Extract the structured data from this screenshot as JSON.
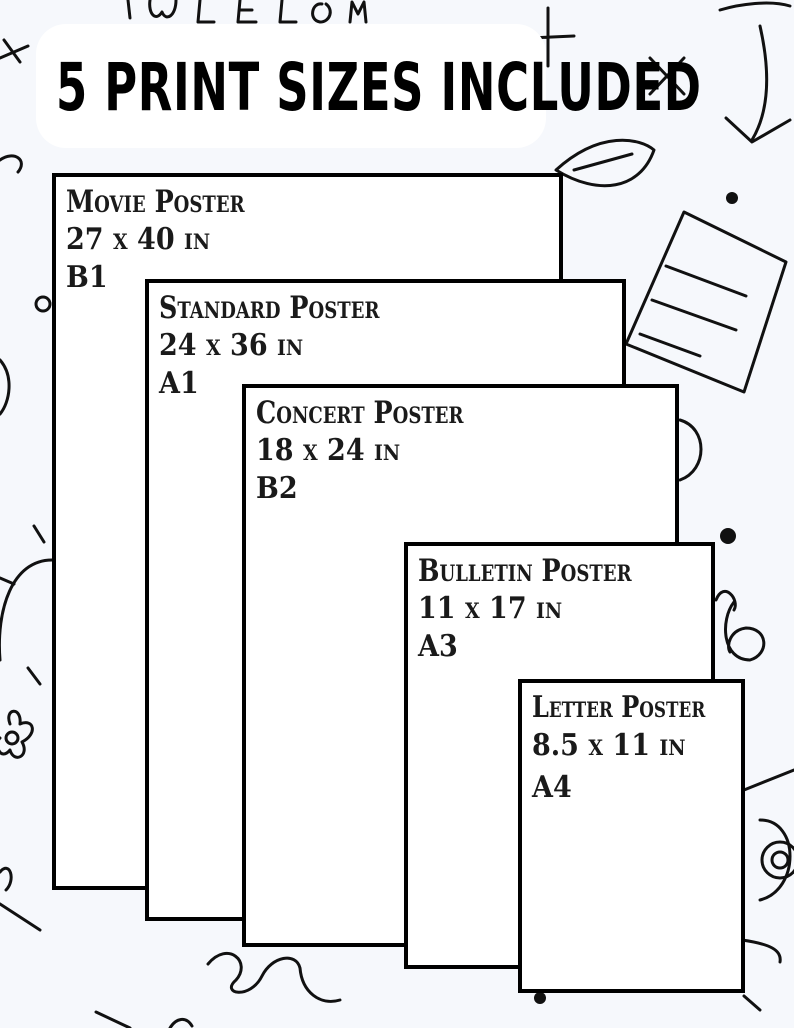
{
  "title": "5 PRINT SIZES INCLUDED",
  "background_lettering": "WELCOME",
  "colors": {
    "background": "#f6f8fc",
    "card": "#ffffff",
    "ink": "#000000"
  },
  "sizes": [
    {
      "name": "Movie Poster",
      "dimensions": "27 x 40 in",
      "paper": "B1"
    },
    {
      "name": "Standard Poster",
      "dimensions": "24 x 36 in",
      "paper": "A1"
    },
    {
      "name": "Concert Poster",
      "dimensions": "18 x 24 in",
      "paper": "B2"
    },
    {
      "name": "Bulletin Poster",
      "dimensions": "11 x 17 in",
      "paper": "A3"
    },
    {
      "name": "Letter Poster",
      "dimensions": "8.5 x 11 in",
      "paper": "A4"
    }
  ]
}
